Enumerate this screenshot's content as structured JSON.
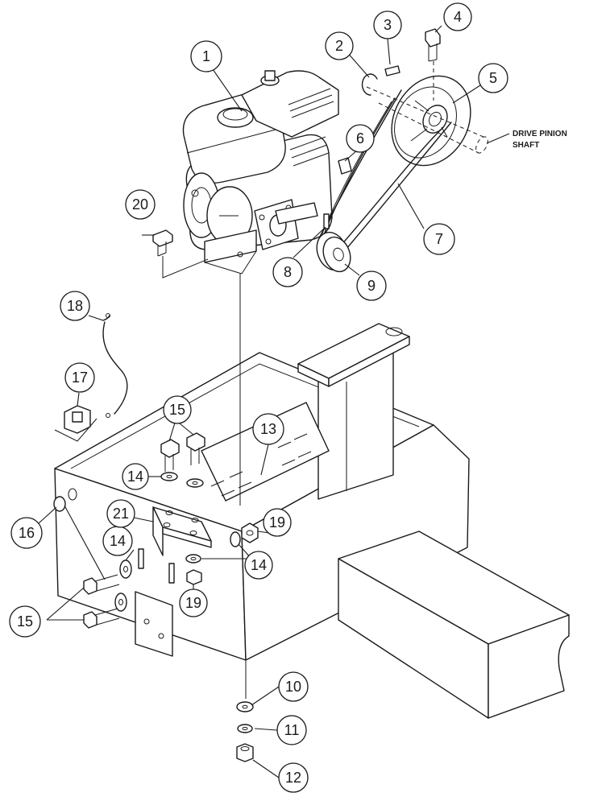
{
  "callouts": [
    {
      "id": "c1",
      "label": "1"
    },
    {
      "id": "c2",
      "label": "2"
    },
    {
      "id": "c3",
      "label": "3"
    },
    {
      "id": "c4",
      "label": "4"
    },
    {
      "id": "c5",
      "label": "5"
    },
    {
      "id": "c6",
      "label": "6"
    },
    {
      "id": "c7",
      "label": "7"
    },
    {
      "id": "c8",
      "label": "8"
    },
    {
      "id": "c9",
      "label": "9"
    },
    {
      "id": "c10",
      "label": "10"
    },
    {
      "id": "c11",
      "label": "11"
    },
    {
      "id": "c12",
      "label": "12"
    },
    {
      "id": "c13",
      "label": "13"
    },
    {
      "id": "c14a",
      "label": "14"
    },
    {
      "id": "c14b",
      "label": "14"
    },
    {
      "id": "c14c",
      "label": "14"
    },
    {
      "id": "c15a",
      "label": "15"
    },
    {
      "id": "c15b",
      "label": "15"
    },
    {
      "id": "c16",
      "label": "16"
    },
    {
      "id": "c17",
      "label": "17"
    },
    {
      "id": "c18",
      "label": "18"
    },
    {
      "id": "c19a",
      "label": "19"
    },
    {
      "id": "c19b",
      "label": "19"
    },
    {
      "id": "c20",
      "label": "20"
    },
    {
      "id": "c21",
      "label": "21"
    }
  ],
  "annotation": {
    "line1": "DRIVE PINION",
    "line2": "SHAFT"
  }
}
